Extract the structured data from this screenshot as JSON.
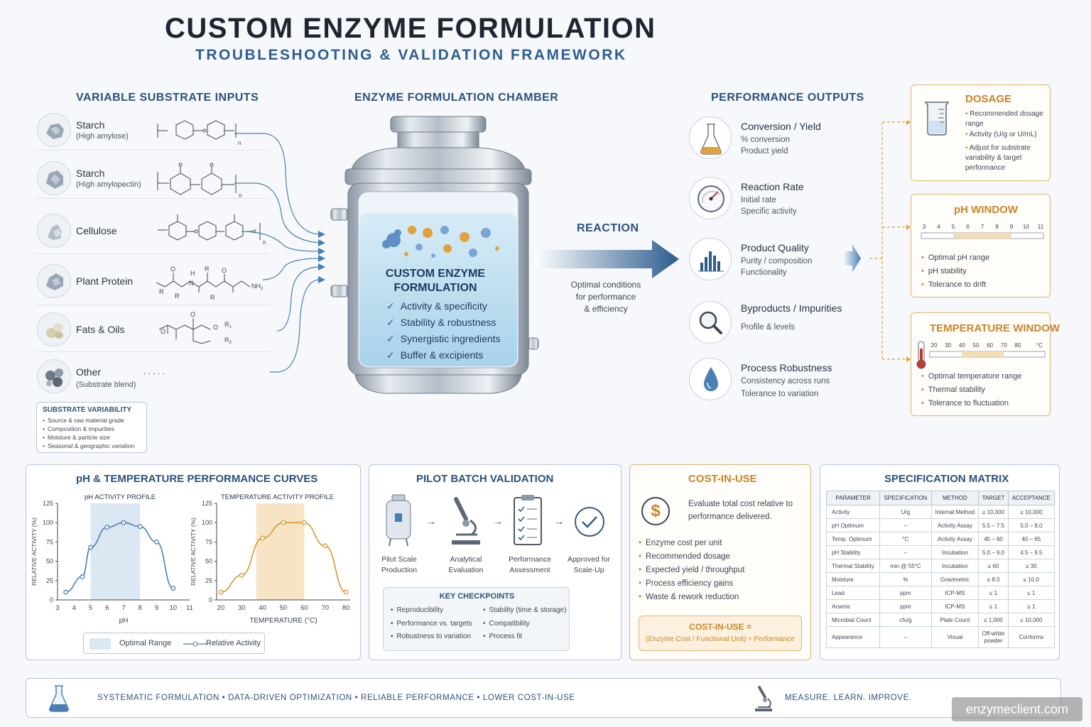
{
  "header": {
    "title": "CUSTOM ENZYME FORMULATION",
    "subtitle": "TROUBLESHOOTING & VALIDATION FRAMEWORK"
  },
  "inputs": {
    "title": "VARIABLE SUBSTRATE INPUTS",
    "items": [
      {
        "name": "Starch",
        "sub": "(High amylose)"
      },
      {
        "name": "Starch",
        "sub": "(High amylopectin)"
      },
      {
        "name": "Cellulose",
        "sub": ""
      },
      {
        "name": "Plant Protein",
        "sub": ""
      },
      {
        "name": "Fats & Oils",
        "sub": ""
      },
      {
        "name": "Other",
        "sub": "(Substrate blend)"
      }
    ],
    "other_dots": ". . . . .",
    "chem": {
      "n": "n",
      "R": "R",
      "H": "H",
      "N": "N",
      "O": "O",
      "NH2": "NH",
      "sub2": "2",
      "R1": "R",
      "R3": "R",
      "s1": "1",
      "s3": "3"
    },
    "variability": {
      "title": "SUBSTRATE VARIABILITY",
      "items": [
        "Source & raw material grade",
        "Composition & impurities",
        "Moisture & particle size",
        "Seasonal & geographic variation"
      ]
    }
  },
  "chamber": {
    "title": "ENZYME FORMULATION CHAMBER",
    "label_line1": "CUSTOM ENZYME",
    "label_line2": "FORMULATION",
    "checklist": [
      "Activity & specificity",
      "Stability & robustness",
      "Synergistic ingredients",
      "Buffer & excipients"
    ],
    "check_mark": "✓"
  },
  "reaction": {
    "label": "REACTION",
    "note_line1": "Optimal conditions",
    "note_line2": "for performance",
    "note_line3": "& efficiency"
  },
  "outputs": {
    "title": "PERFORMANCE OUTPUTS",
    "items": [
      {
        "name": "Conversion / Yield",
        "sub1": "% conversion",
        "sub2": "Product yield",
        "icon": "flask-icon"
      },
      {
        "name": "Reaction Rate",
        "sub1": "Initial rate",
        "sub2": "Specific activity",
        "icon": "gauge-icon"
      },
      {
        "name": "Product Quality",
        "sub1": "Purity / composition",
        "sub2": "Functionality",
        "icon": "bar-chart-icon"
      },
      {
        "name": "Byproducts / Impurities",
        "sub1": "Profile & levels",
        "sub2": "",
        "icon": "magnifier-icon"
      },
      {
        "name": "Process Robustness",
        "sub1": "Consistency across runs",
        "sub2": "Tolerance to variation",
        "icon": "droplet-icon"
      }
    ]
  },
  "windows": {
    "dosage": {
      "title": "DOSAGE",
      "items": [
        "Recommended dosage range",
        "Activity (U/g or U/mL)",
        "Adjust for substrate variability & target performance"
      ]
    },
    "ph": {
      "title": "pH WINDOW",
      "scale": [
        "3",
        "4",
        "5",
        "6",
        "7",
        "8",
        "9",
        "10",
        "11"
      ],
      "optimal_range": [
        5,
        9
      ],
      "items": [
        "Optimal pH range",
        "pH stability",
        "Tolerance to drift"
      ]
    },
    "temperature": {
      "title": "TEMPERATURE WINDOW",
      "scale": [
        "20",
        "30",
        "40",
        "50",
        "60",
        "70",
        "80"
      ],
      "unit": "°C",
      "optimal_range": [
        40,
        70
      ],
      "items": [
        "Optimal temperature range",
        "Thermal stability",
        "Tolerance to fluctuation"
      ]
    }
  },
  "curves": {
    "title": "pH & TEMPERATURE PERFORMANCE CURVES",
    "legend_optimal": "Optimal Range",
    "legend_activity": "Relative Activity",
    "accent_blue": "#4a7fb5",
    "accent_orange": "#d9962f"
  },
  "chart_data": [
    {
      "type": "line",
      "title": "pH  ACTIVITY PROFILE",
      "xlabel": "pH",
      "ylabel": "RELATIVE ACTIVITY (%)",
      "x": [
        3.5,
        4.5,
        5,
        6,
        7,
        8,
        9,
        10
      ],
      "values": [
        10,
        30,
        68,
        94,
        100,
        95,
        75,
        15
      ],
      "xlim": [
        3,
        11
      ],
      "ylim": [
        0,
        125
      ],
      "xticks": [
        "3",
        "4",
        "5",
        "6",
        "7",
        "8",
        "9",
        "10",
        "11"
      ],
      "yticks": [
        "0",
        "25",
        "50",
        "75",
        "100",
        "125"
      ],
      "optimal_range": [
        5,
        8
      ],
      "color": "#4a7fb5"
    },
    {
      "type": "line",
      "title": "TEMPERATURE ACTIVITY PROFILE",
      "xlabel": "TEMPERATURE (°C)",
      "ylabel": "RELATIVE ACTIVITY (%)",
      "x": [
        20,
        30,
        40,
        50,
        60,
        70,
        80
      ],
      "values": [
        10,
        32,
        80,
        100,
        100,
        70,
        10
      ],
      "xlim": [
        18,
        82
      ],
      "ylim": [
        0,
        125
      ],
      "xticks": [
        "20",
        "30",
        "40",
        "50",
        "60",
        "70",
        "80"
      ],
      "yticks": [
        "0",
        "25",
        "50",
        "75",
        "100",
        "125"
      ],
      "optimal_range": [
        37,
        60
      ],
      "color": "#d9962f"
    }
  ],
  "pilot": {
    "title": "PILOT BATCH VALIDATION",
    "steps": [
      {
        "line1": "Pilot Scale",
        "line2": "Production"
      },
      {
        "line1": "Analytical",
        "line2": "Evaluation"
      },
      {
        "line1": "Performance",
        "line2": "Assessment"
      },
      {
        "line1": "Approved for",
        "line2": "Scale-Up"
      }
    ],
    "checkpoints_title": "KEY CHECKPOINTS",
    "checkpoints_left": [
      "Reproducibility",
      "Performance vs. targets",
      "Robustness to variation"
    ],
    "checkpoints_right": [
      "Stability (time & storage)",
      "Compatibility",
      "Process fit"
    ]
  },
  "cost": {
    "title": "COST-IN-USE",
    "dollar": "$",
    "intro_line1": "Evaluate total cost relative to",
    "intro_line2": "performance delivered.",
    "items": [
      "Enzyme cost per unit",
      "Recommended dosage",
      "Expected yield / throughput",
      "Process efficiency gains",
      "Waste & rework reduction"
    ],
    "formula_title": "COST-IN-USE =",
    "formula": "(Enzyme Cost / Functional Unit) ÷ Performance"
  },
  "spec": {
    "title": "SPECIFICATION MATRIX",
    "headers": [
      "PARAMETER",
      "SPECIFICATION",
      "METHOD",
      "TARGET",
      "ACCEPTANCE"
    ],
    "rows": [
      [
        "Activity",
        "U/g",
        "Internal Method",
        "≥ 10,000",
        "≥ 10,000"
      ],
      [
        "pH Optimum",
        "–",
        "Activity Assay",
        "5.5 – 7.5",
        "5.0 – 8.0"
      ],
      [
        "Temp. Optimum",
        "°C",
        "Activity Assay",
        "45 – 60",
        "40 – 65"
      ],
      [
        "pH Stability",
        "–",
        "Incubation",
        "5.0 – 9.0",
        "4.5 – 9.5"
      ],
      [
        "Thermal Stability",
        "min @ 55°C",
        "Incubation",
        "≥ 60",
        "≥ 30"
      ],
      [
        "Moisture",
        "%",
        "Gravimetric",
        "≤ 8.0",
        "≤ 10.0"
      ],
      [
        "Lead",
        "ppm",
        "ICP-MS",
        "≤ 1",
        "≤ 1"
      ],
      [
        "Arsenic",
        "ppm",
        "ICP-MS",
        "≤ 1",
        "≤ 1"
      ],
      [
        "Microbial Count",
        "cfu/g",
        "Plate Count",
        "≤ 1,000",
        "≤ 10,000"
      ]
    ],
    "last_row": {
      "param": "Appearance",
      "spec": "–",
      "method": "Visual",
      "target_line1": "Off-white",
      "target_line2": "powder",
      "acceptance": "Conforms"
    }
  },
  "footer": {
    "left_text": "SYSTEMATIC FORMULATION  •  DATA-DRIVEN  OPTIMIZATION  •  RELIABLE PERFORMANCE  •  LOWER COST-IN-USE",
    "right_text": "MEASURE.   LEARN.   IMPROVE.",
    "watermark": "enzymeclient.com"
  }
}
